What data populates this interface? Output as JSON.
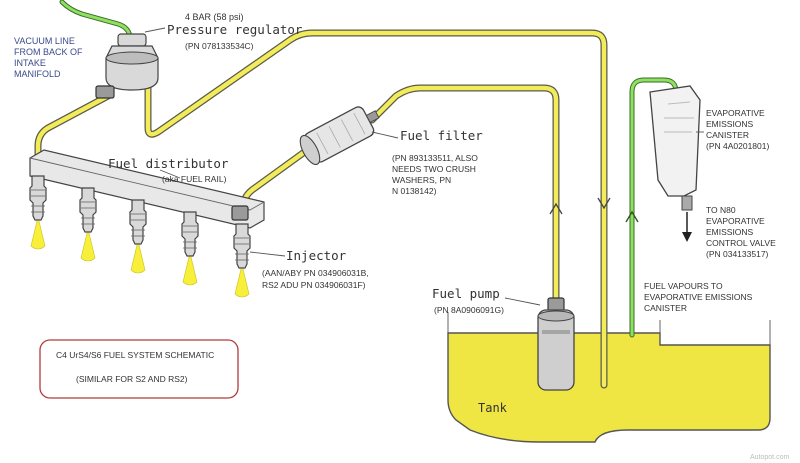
{
  "colors": {
    "fuel_tube": "#f2ec5a",
    "tube_outline": "#5a5a4a",
    "vacuum_line": "#8ee060",
    "tank_fuel": "#efe644",
    "caption_border": "#b23a3a",
    "vacuum_label": "#3b4a8c"
  },
  "labels": {
    "vacuum_line": [
      "VACUUM LINE",
      "FROM BACK OF",
      "INTAKE",
      "MANIFOLD"
    ],
    "pressure_bar": "4 BAR (58 psi)",
    "pressure_regulator": "Pressure regulator",
    "pressure_regulator_pn": "(PN 078133534C)",
    "fuel_distributor": "Fuel distributor",
    "fuel_distributor_aka": "(aka FUEL RAIL)",
    "fuel_filter": "Fuel filter",
    "fuel_filter_note": [
      "(PN 893133511, ALSO",
      "NEEDS TWO CRUSH",
      "WASHERS, PN",
      "N  0138142)"
    ],
    "injector": "Injector",
    "injector_pn": [
      "(AAN/ABY PN 034906031B,",
      "RS2 ADU PN 034906031F)"
    ],
    "fuel_pump": "Fuel pump",
    "fuel_pump_pn": "(PN 8A0906091G)",
    "tank": "Tank",
    "canister": [
      "EVAPORATIVE",
      "EMISSIONS",
      "CANISTER",
      "(PN 4A0201801)"
    ],
    "n80_valve": [
      "TO N80",
      "EVAPORATIVE",
      "EMISSIONS",
      "CONTROL VALVE",
      "(PN 034133517)"
    ],
    "fuel_vapours": [
      "FUEL VAPOURS TO",
      "EVAPORATIVE EMISSIONS",
      "CANISTER"
    ],
    "caption_title": "C4 UrS4/S6 FUEL SYSTEM SCHEMATIC",
    "caption_sub": "(SIMILAR FOR S2 AND RS2)",
    "watermark": "Autopot.com"
  }
}
